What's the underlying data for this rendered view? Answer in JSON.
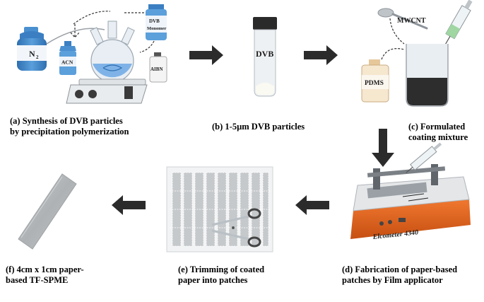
{
  "labels": {
    "n2": "N",
    "n2_sub": "2",
    "acn": "ACN",
    "dvb_bottle_line1": "DVB",
    "dvb_bottle_line2": "Monomer",
    "aibn": "AIBN",
    "dvb_vial": "DVB",
    "mwcnt": "MWCNT",
    "pdms": "PDMS",
    "elcometer": "Elcometer 4340"
  },
  "captions": {
    "a": [
      "(a) Synthesis of DVB particles",
      "by precipitation polymerization"
    ],
    "b": [
      "(b) 1-5µm DVB particles"
    ],
    "c": [
      "(c) Formulated",
      "coating mixture"
    ],
    "d": [
      "(d) Fabrication of paper-based",
      "patches by Film applicator"
    ],
    "e": [
      "(e) Trimming of coated",
      "paper into patches"
    ],
    "f": [
      "(f) 4cm x 1cm paper-",
      "based TF-SPME"
    ]
  },
  "colors": {
    "arrow": "#2b2b2b",
    "bottle_blue": "#3f84c4",
    "liquid_blue": "#7fb3e8",
    "coating_dark": "#2d2d2d",
    "applicator_orange": "#e8621e",
    "paper_grey": "#b9bdbf"
  },
  "icons": {
    "arrows": [
      "right-arrow-icon",
      "right-arrow-icon",
      "down-arrow-icon",
      "left-arrow-icon",
      "left-arrow-icon"
    ],
    "scissors": "scissors-icon"
  }
}
